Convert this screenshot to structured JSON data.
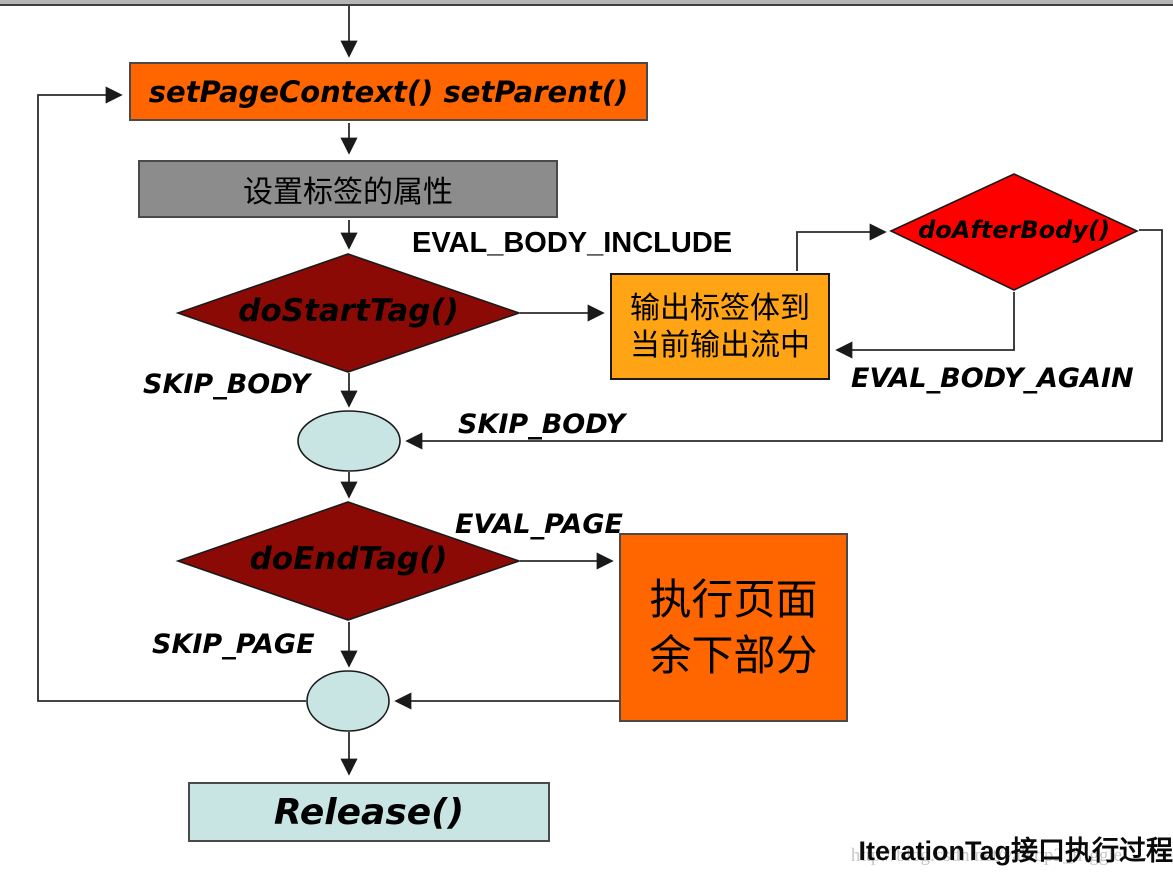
{
  "diagram": {
    "caption": "IterationTag接口执行过程",
    "watermark": "http://blog.csdn.net/yaleop2_triggle",
    "nodes": {
      "set_page_context": {
        "label": "setPageContext()  setParent()"
      },
      "set_attributes": {
        "label": "设置标签的属性"
      },
      "do_start_tag": {
        "label": "doStartTag()"
      },
      "output_body": {
        "line1": "输出标签体到",
        "line2": "当前输出流中"
      },
      "do_after_body": {
        "label": "doAfterBody()"
      },
      "do_end_tag": {
        "label": "doEndTag()"
      },
      "exec_rest_of_page": {
        "line1": "执行页面",
        "line2": "余下部分"
      },
      "release": {
        "label": "Release()"
      }
    },
    "edge_labels": {
      "eval_body_include": "EVAL_BODY_INCLUDE",
      "skip_body_left": "SKIP_BODY",
      "skip_body_mid": "SKIP_BODY",
      "eval_body_again": "EVAL_BODY_AGAIN",
      "eval_page": "EVAL_PAGE",
      "skip_page": "SKIP_PAGE"
    },
    "colors": {
      "orange": "#ff6600",
      "amber": "#ffa414",
      "graybox": "#8c8c8c",
      "darkred": "#8b0a05",
      "red": "#ff0000",
      "lightblue": "#c9e5e3",
      "line": "#2b2b2b",
      "border": "#4a4a4a"
    }
  }
}
